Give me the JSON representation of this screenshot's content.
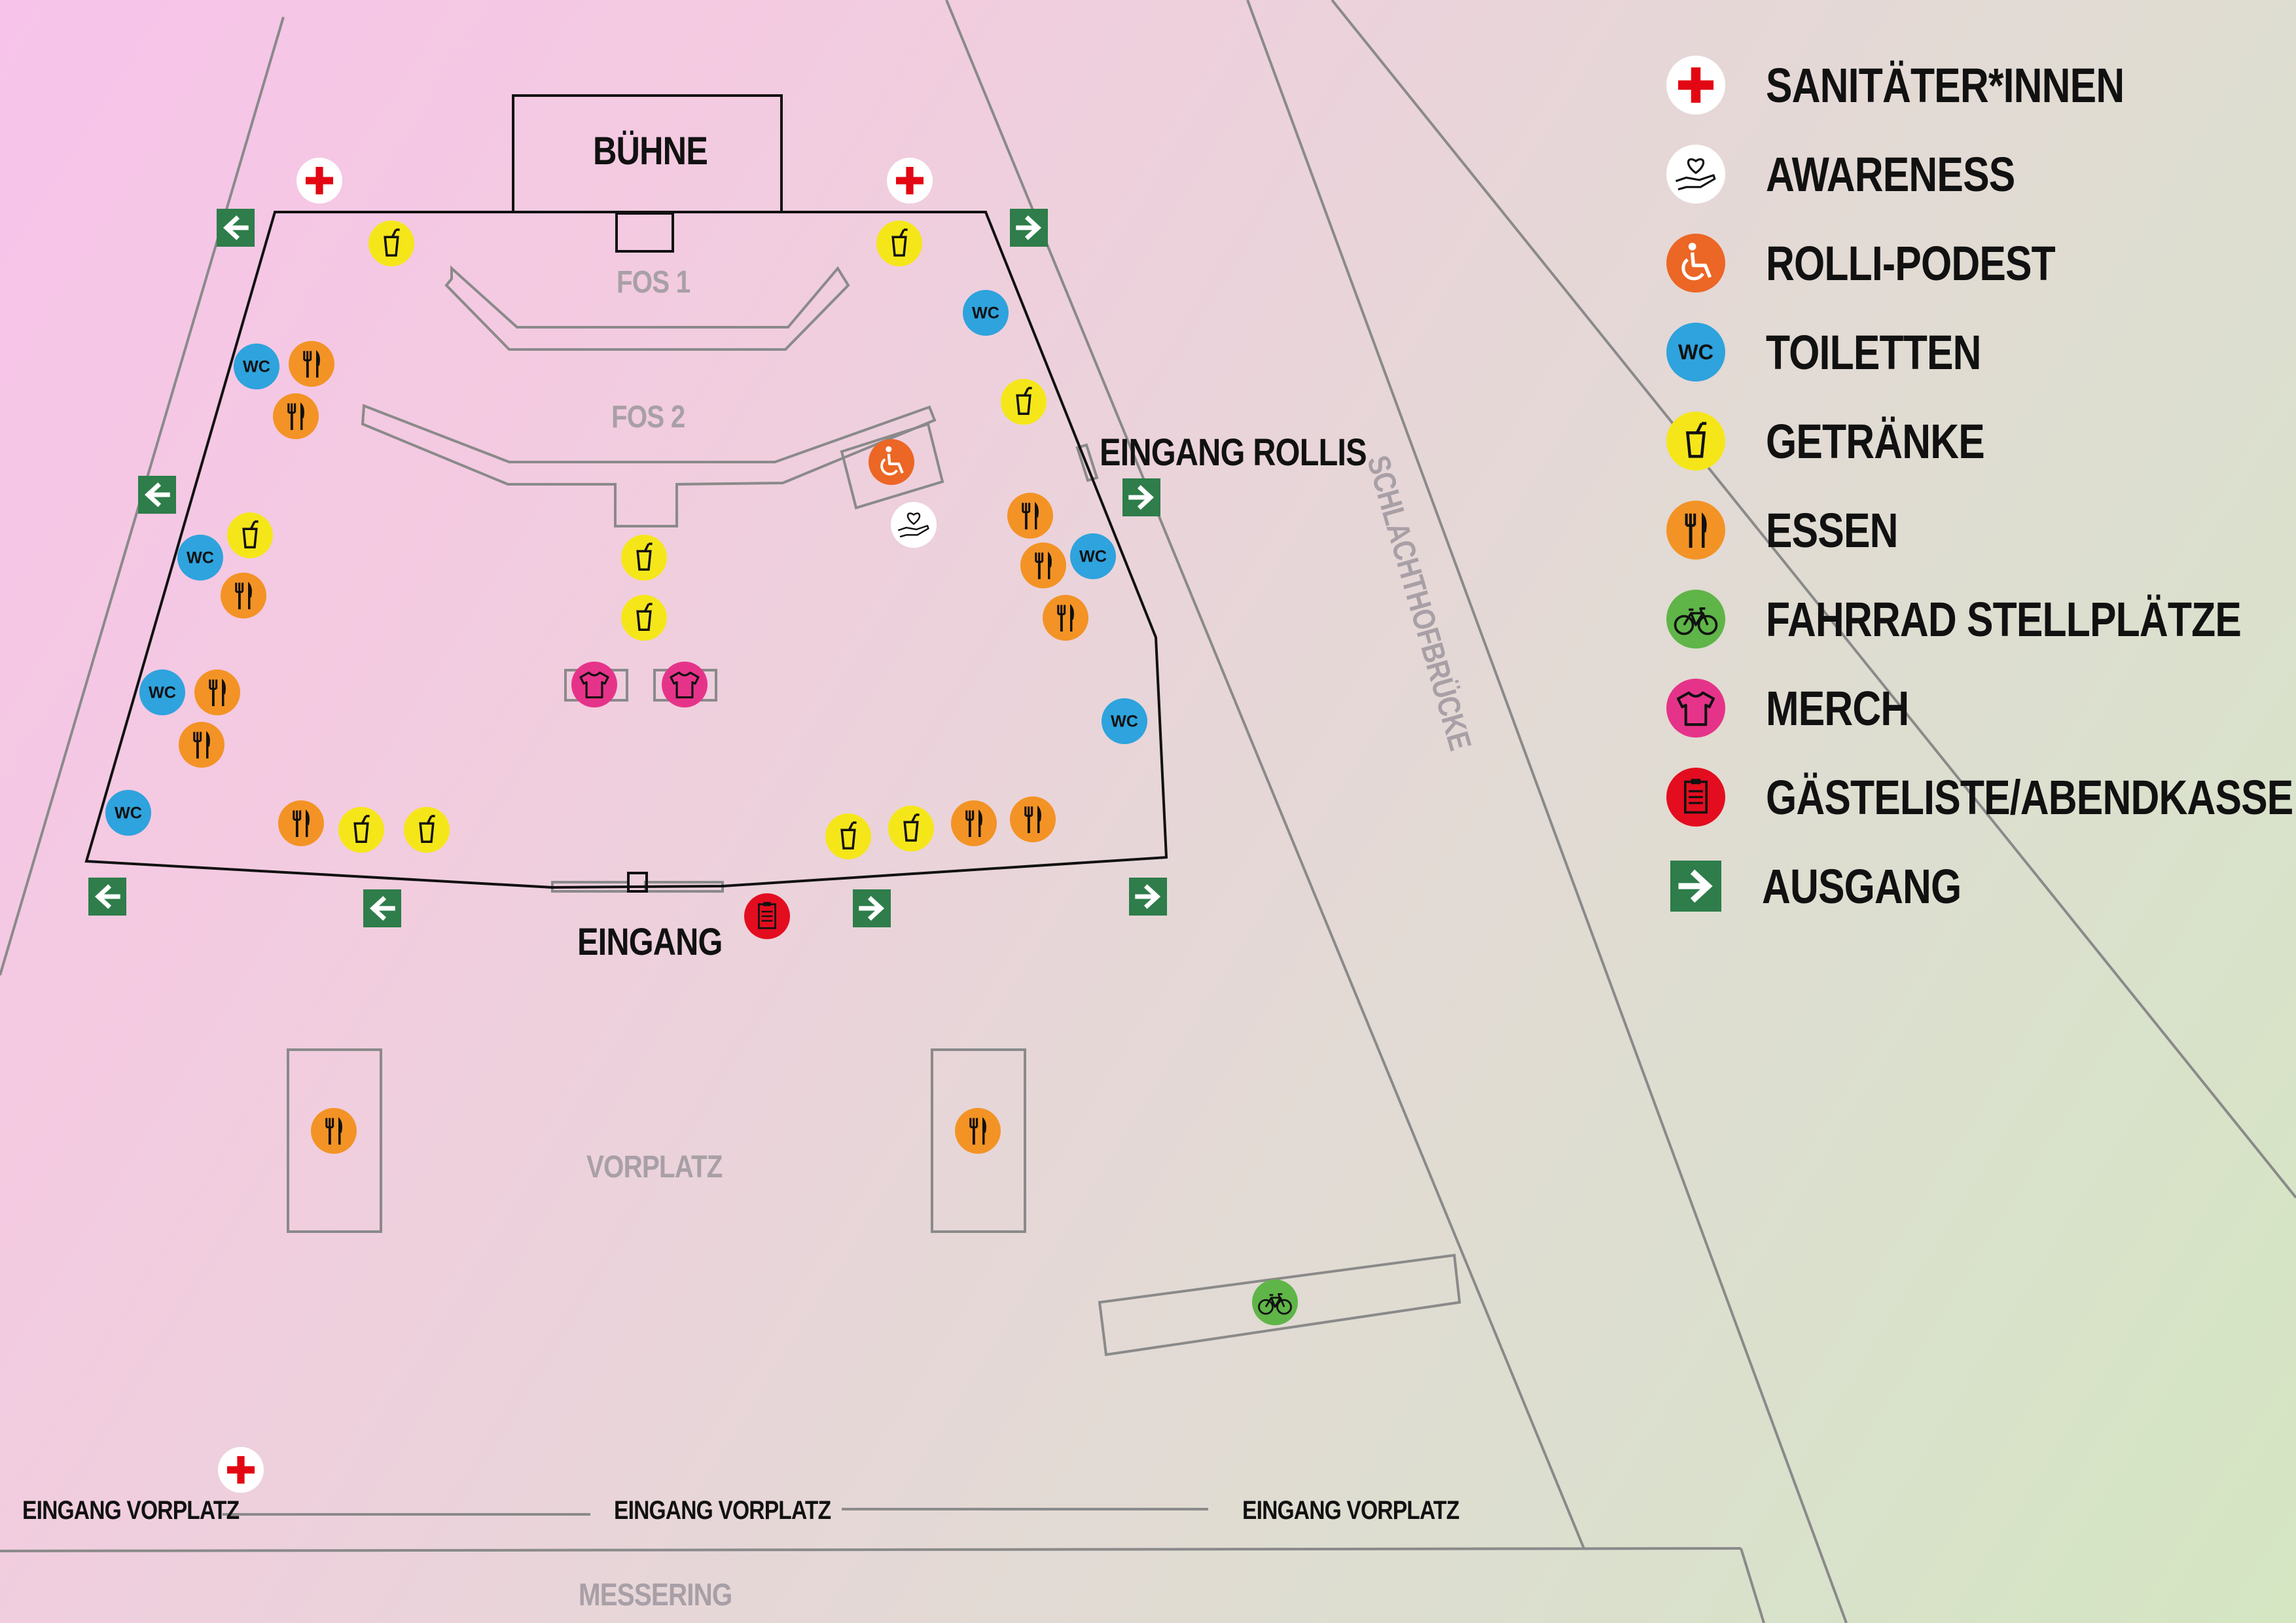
{
  "areas": {
    "stage": "BÜHNE",
    "fos1": "FOS 1",
    "fos2": "FOS 2",
    "vorplatz": "VORPLATZ",
    "messering": "MESSERING",
    "schlachthofbruecke": "SCHLACHTHOFBRÜCKE"
  },
  "entrances": {
    "main": "EINGANG",
    "rollis": "EINGANG ROLLIS",
    "vorplatz_left": "EINGANG VORPLATZ",
    "vorplatz_center": "EINGANG VORPLATZ",
    "vorplatz_right": "EINGANG VORPLATZ"
  },
  "icon_types": {
    "sanitaeter": {
      "icon": "red-cross-icon",
      "color": "#e30613",
      "bg": "#ffffff"
    },
    "awareness": {
      "icon": "hand-heart-icon",
      "color": "#111111",
      "bg": "#ffffff"
    },
    "rolli": {
      "icon": "wheelchair-icon",
      "color": "#ffffff",
      "bg": "#ec6625"
    },
    "wc": {
      "icon": "wc-icon",
      "text": "WC",
      "color": "#111111",
      "bg": "#2ea3dd"
    },
    "drink": {
      "icon": "cup-icon",
      "color": "#111111",
      "bg": "#f5e61a"
    },
    "food": {
      "icon": "fork-knife-icon",
      "color": "#111111",
      "bg": "#f39325"
    },
    "bike": {
      "icon": "bicycle-icon",
      "color": "#111111",
      "bg": "#5fb548"
    },
    "merch": {
      "icon": "tshirt-icon",
      "color": "#111111",
      "bg": "#e6338a"
    },
    "guestlist": {
      "icon": "clipboard-icon",
      "color": "#111111",
      "bg": "#e30d1f"
    },
    "exit": {
      "icon": "arrow-icon",
      "color": "#ffffff",
      "bg": "#2e7d4a"
    }
  },
  "legend": [
    {
      "type": "sanitaeter",
      "label": "SANITÄTER*INNEN"
    },
    {
      "type": "awareness",
      "label": "AWARENESS"
    },
    {
      "type": "rolli",
      "label": "ROLLI-PODEST"
    },
    {
      "type": "wc",
      "label": "TOILETTEN"
    },
    {
      "type": "drink",
      "label": "GETRÄNKE"
    },
    {
      "type": "food",
      "label": "ESSEN"
    },
    {
      "type": "bike",
      "label": "FAHRRAD STELLPLÄTZE"
    },
    {
      "type": "merch",
      "label": "MERCH"
    },
    {
      "type": "guestlist",
      "label": "GÄSTELISTE/ABENDKASSE"
    },
    {
      "type": "exit",
      "label": "AUSGANG"
    }
  ]
}
